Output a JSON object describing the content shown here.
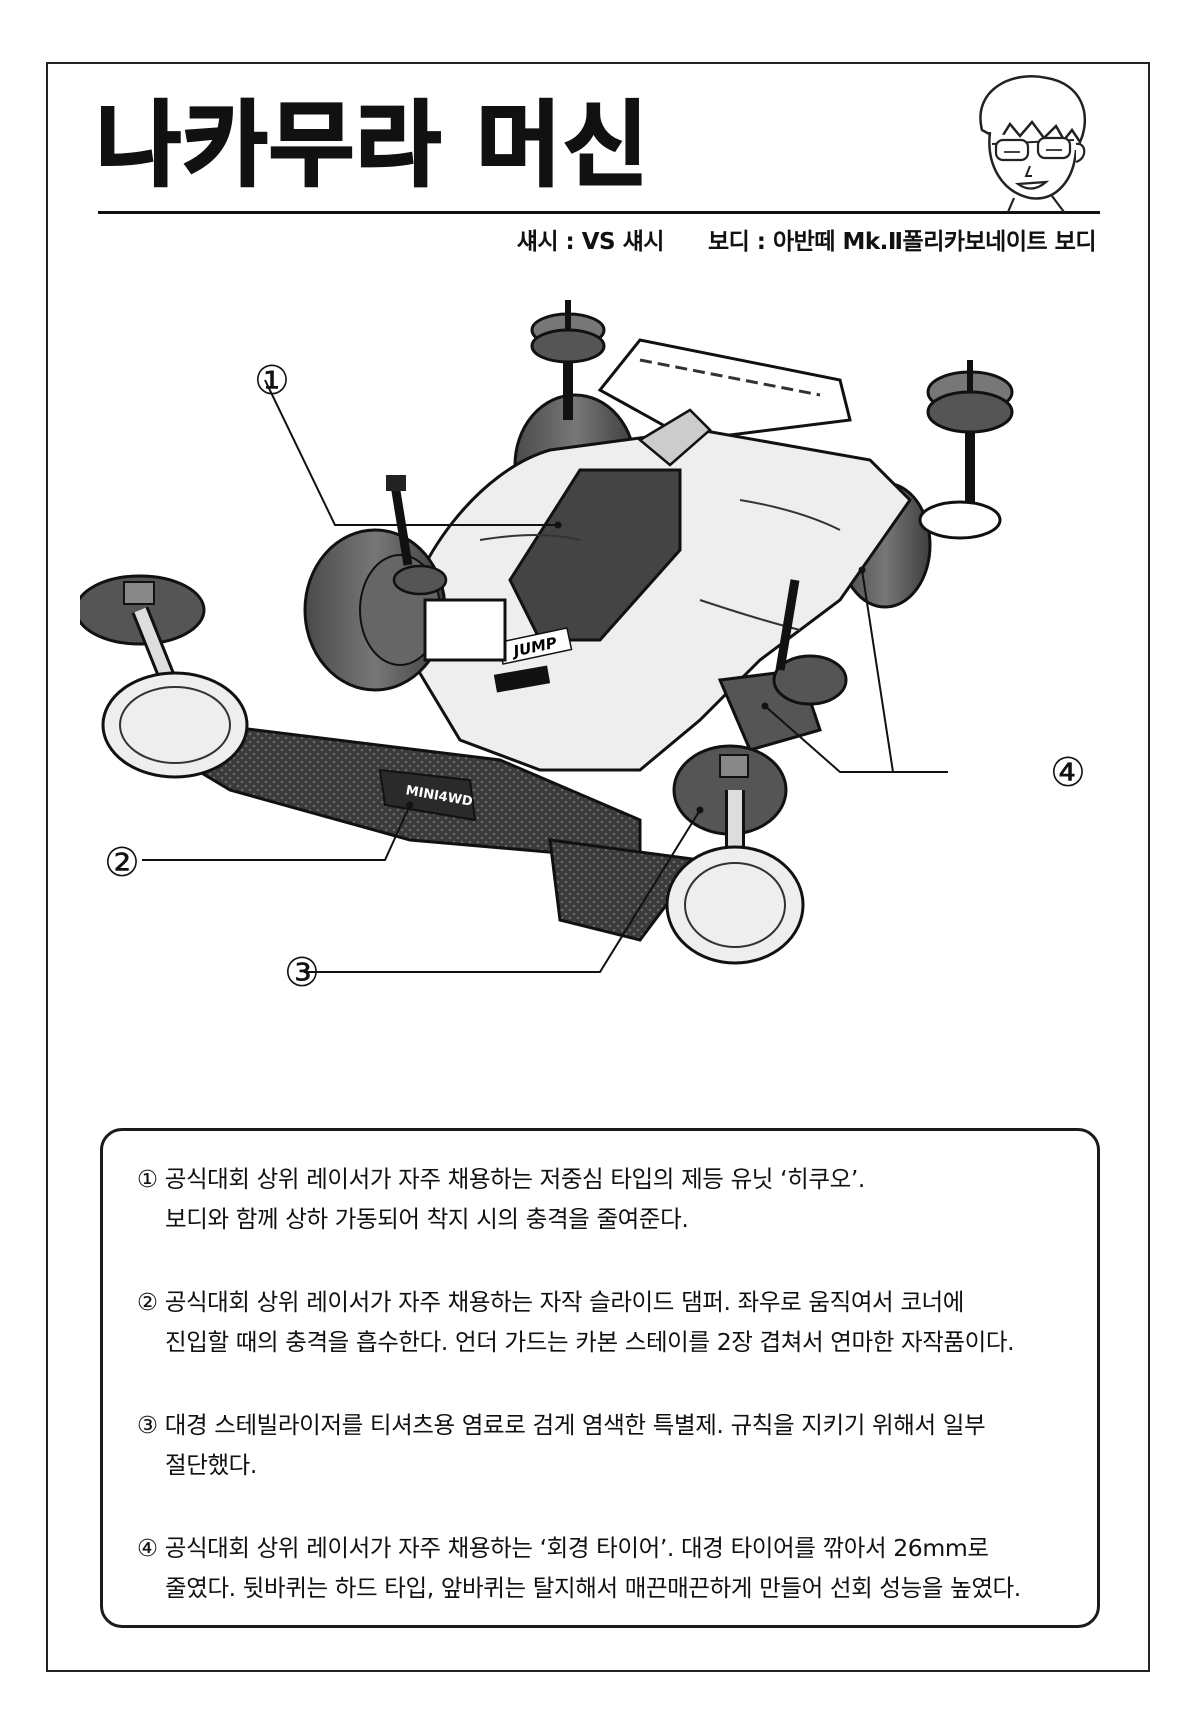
{
  "header": {
    "title": "나카무라 머신",
    "chassis_label": "섀시 : VS 섀시",
    "body_label": "보디 : 아반떼 Mk.Ⅱ폴리카보네이트 보디"
  },
  "figure": {
    "decal_logo_1": "MINI4WD",
    "decal_logo_2": "JUMP",
    "callouts": [
      {
        "label": "①"
      },
      {
        "label": "②"
      },
      {
        "label": "③"
      },
      {
        "label": "④"
      }
    ]
  },
  "notes": [
    {
      "lines": [
        "① 공식대회 상위 레이서가 자주 채용하는 저중심 타입의 제등 유닛 ‘히쿠오’.",
        "보디와 함께 상하 가동되어 착지 시의 충격을 줄여준다."
      ]
    },
    {
      "lines": [
        "② 공식대회 상위 레이서가 자주 채용하는 자작 슬라이드 댐퍼. 좌우로 움직여서 코너에",
        "진입할 때의 충격을 흡수한다. 언더 가드는 카본 스테이를 2장 겹쳐서 연마한 자작품이다."
      ]
    },
    {
      "lines": [
        "③ 대경 스테빌라이저를 티셔츠용 염료로 검게 염색한 특별제. 규칙을 지키기 위해서 일부",
        "절단했다."
      ]
    },
    {
      "lines": [
        "④ 공식대회 상위 레이서가 자주 채용하는 ‘회경 타이어’. 대경 타이어를 깎아서 26mm로",
        "줄였다. 뒷바퀴는 하드 타입, 앞바퀴는 탈지해서 매끈매끈하게 만들어 선회 성능을 높였다."
      ]
    }
  ]
}
